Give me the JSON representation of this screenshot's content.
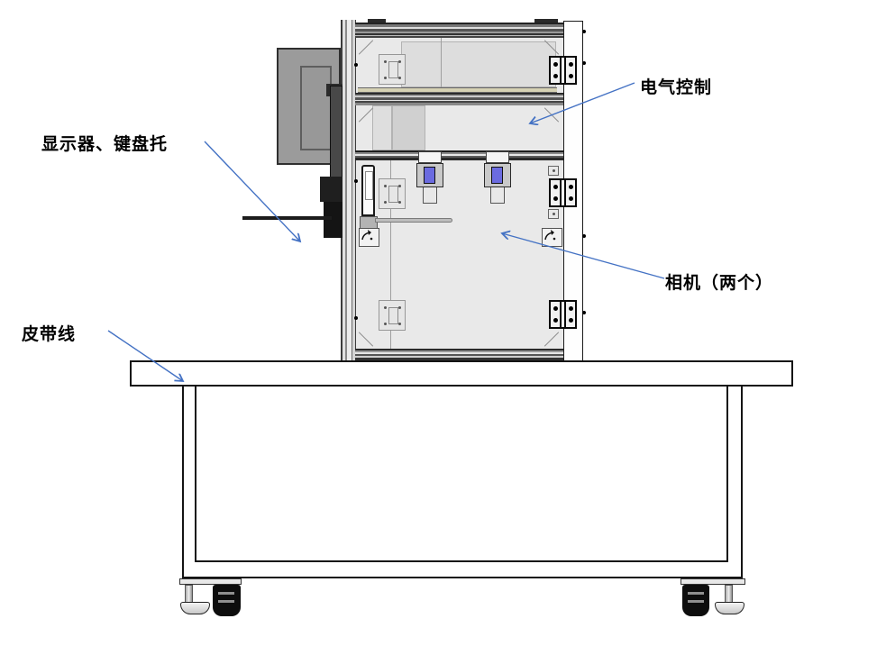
{
  "diagram": {
    "type": "equipment-annotation-drawing",
    "labels": {
      "electrical_control": "电气控制",
      "monitor_keyboard_tray": "显示器、键盘托",
      "cameras": "相机（两个）",
      "belt_line": "皮带线"
    },
    "colors": {
      "arrow": "#4472c4",
      "label_text": "#000000",
      "camera_lens": "#6b6be0",
      "panel_gray": "#e9e9e9",
      "accent_strip_tan": "#d6d2b4",
      "table_outline": "#141414"
    },
    "parts": [
      {
        "name": "monitor"
      },
      {
        "name": "keyboard-tray-arm"
      },
      {
        "name": "electrical-control-panel"
      },
      {
        "name": "camera-left"
      },
      {
        "name": "camera-right"
      },
      {
        "name": "belt-line-table"
      },
      {
        "name": "caster-wheel-left"
      },
      {
        "name": "caster-wheel-right"
      },
      {
        "name": "leveling-foot-left"
      },
      {
        "name": "leveling-foot-right"
      }
    ]
  }
}
